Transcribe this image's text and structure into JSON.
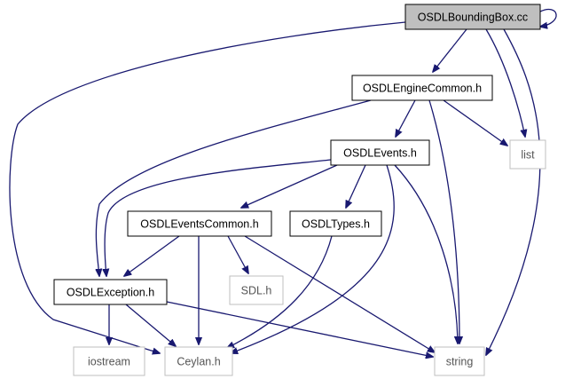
{
  "diagram": {
    "nodes": [
      {
        "id": "bbox",
        "label": "OSDLBoundingBox.cc",
        "kind": "root"
      },
      {
        "id": "engine",
        "label": "OSDLEngineCommon.h",
        "kind": "header"
      },
      {
        "id": "list",
        "label": "list",
        "kind": "external"
      },
      {
        "id": "events",
        "label": "OSDLEvents.h",
        "kind": "header"
      },
      {
        "id": "evcommon",
        "label": "OSDLEventsCommon.h",
        "kind": "header"
      },
      {
        "id": "types",
        "label": "OSDLTypes.h",
        "kind": "header"
      },
      {
        "id": "exception",
        "label": "OSDLException.h",
        "kind": "header"
      },
      {
        "id": "sdl",
        "label": "SDL.h",
        "kind": "external"
      },
      {
        "id": "iostream",
        "label": "iostream",
        "kind": "external"
      },
      {
        "id": "ceylan",
        "label": "Ceylan.h",
        "kind": "external"
      },
      {
        "id": "string",
        "label": "string",
        "kind": "external"
      }
    ],
    "edges": [
      [
        "bbox",
        "bbox"
      ],
      [
        "bbox",
        "engine"
      ],
      [
        "bbox",
        "list"
      ],
      [
        "bbox",
        "string"
      ],
      [
        "bbox",
        "ceylan"
      ],
      [
        "engine",
        "events"
      ],
      [
        "engine",
        "list"
      ],
      [
        "engine",
        "string"
      ],
      [
        "engine",
        "exception"
      ],
      [
        "events",
        "evcommon"
      ],
      [
        "events",
        "types"
      ],
      [
        "events",
        "exception"
      ],
      [
        "events",
        "string"
      ],
      [
        "events",
        "ceylan"
      ],
      [
        "evcommon",
        "exception"
      ],
      [
        "evcommon",
        "sdl"
      ],
      [
        "evcommon",
        "ceylan"
      ],
      [
        "evcommon",
        "string"
      ],
      [
        "types",
        "ceylan"
      ],
      [
        "exception",
        "iostream"
      ],
      [
        "exception",
        "ceylan"
      ],
      [
        "exception",
        "string"
      ]
    ],
    "colors": {
      "edge": "#191970",
      "root_fill": "#bfbfbf",
      "header_border": "#000000",
      "external_border": "#bfbfbf"
    }
  }
}
